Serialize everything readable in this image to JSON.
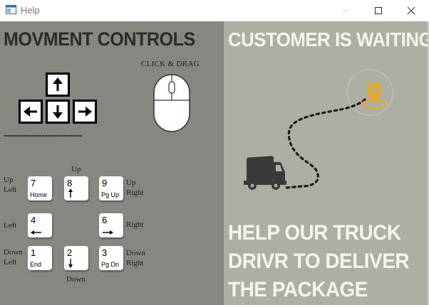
{
  "window": {
    "title": "Help",
    "icon": "app-window-icon",
    "controls": [
      "minimize-icon",
      "maximize-icon",
      "close-icon"
    ]
  },
  "left_panel": {
    "heading": "MOVMENT CONTROLS",
    "click_drag_label": "CLICK & DRAG",
    "divider_text": "-------------------------",
    "arrow_keys": [
      "arrow-up-icon",
      "arrow-left-icon",
      "arrow-down-icon",
      "arrow-right-icon"
    ],
    "numpad": [
      {
        "num": "7",
        "sub": "Home"
      },
      {
        "num": "8",
        "sub": "up-arrow"
      },
      {
        "num": "9",
        "sub": "Pg Up"
      },
      {
        "num": "4",
        "sub": "left-arrow"
      },
      {
        "num": "6",
        "sub": "right-arrow"
      },
      {
        "num": "1",
        "sub": "End"
      },
      {
        "num": "2",
        "sub": "down-arrow"
      },
      {
        "num": "3",
        "sub": "Pg Dn"
      }
    ],
    "labels": {
      "up": "Up",
      "up_left": "Up\nLeft",
      "up_right": "Up\nRight",
      "left": "Left",
      "right": "Right",
      "down_left": "Down\nLeft",
      "down_right": "Down\nRight",
      "down": "Down"
    }
  },
  "right_panel": {
    "heading": "CUSTOMER IS WAITING !",
    "message": "HELP OUR TRUCK\nDRIVR TO DELIVER\nTHE PACKAGE",
    "illustration": [
      "truck-icon",
      "route-path",
      "location-pin-icon"
    ],
    "colors": {
      "pin": "#e5a82a",
      "text": "#f3f5ec",
      "truck": "#3a3a3a"
    }
  }
}
